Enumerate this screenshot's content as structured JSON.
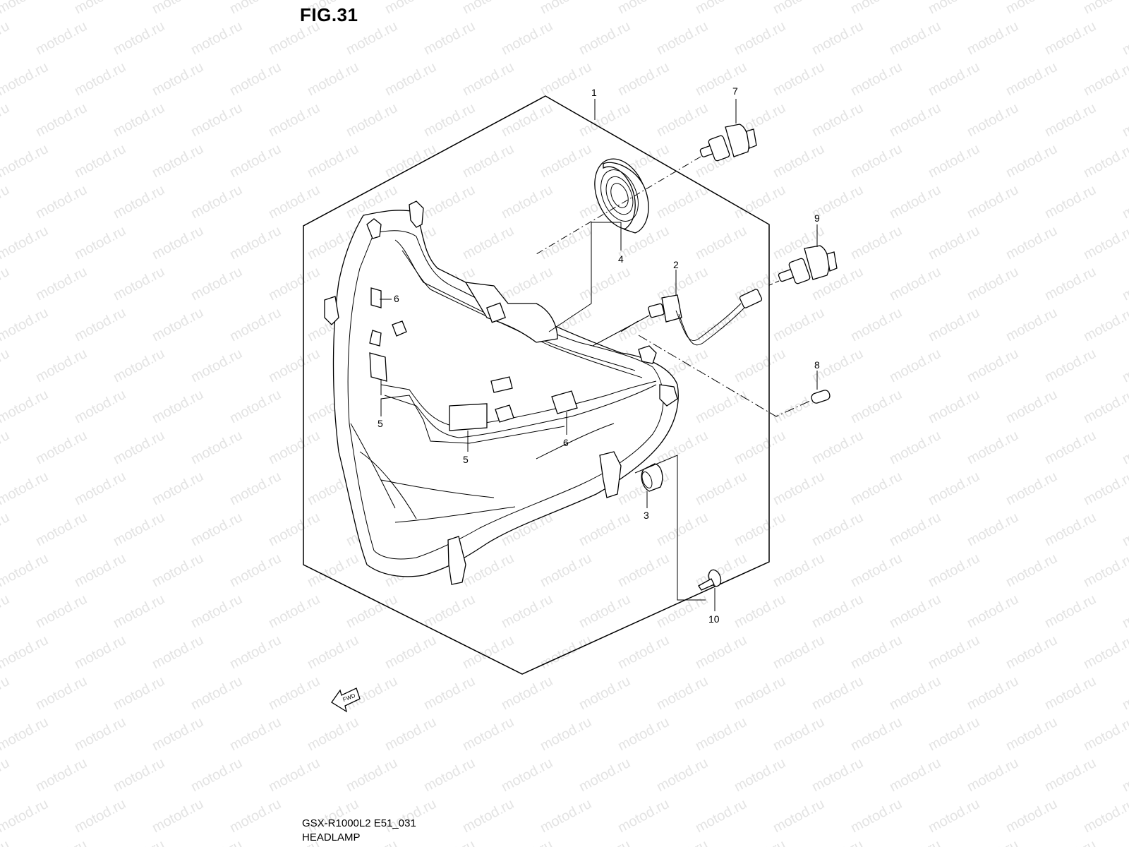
{
  "figure": {
    "title": "FIG.31",
    "model_code": "GSX-R1000L2 E51_031",
    "name": "HEADLAMP"
  },
  "watermark": {
    "text": "motod.ru"
  },
  "fwd_arrow": {
    "label": "FWD"
  },
  "callouts": [
    {
      "id": "callout-1",
      "label": "1"
    },
    {
      "id": "callout-2",
      "label": "2"
    },
    {
      "id": "callout-3",
      "label": "3"
    },
    {
      "id": "callout-4",
      "label": "4"
    },
    {
      "id": "callout-5a",
      "label": "5"
    },
    {
      "id": "callout-5b",
      "label": "5"
    },
    {
      "id": "callout-6a",
      "label": "6"
    },
    {
      "id": "callout-6b",
      "label": "6"
    },
    {
      "id": "callout-7",
      "label": "7"
    },
    {
      "id": "callout-8",
      "label": "8"
    },
    {
      "id": "callout-9",
      "label": "9"
    },
    {
      "id": "callout-10",
      "label": "10"
    }
  ]
}
